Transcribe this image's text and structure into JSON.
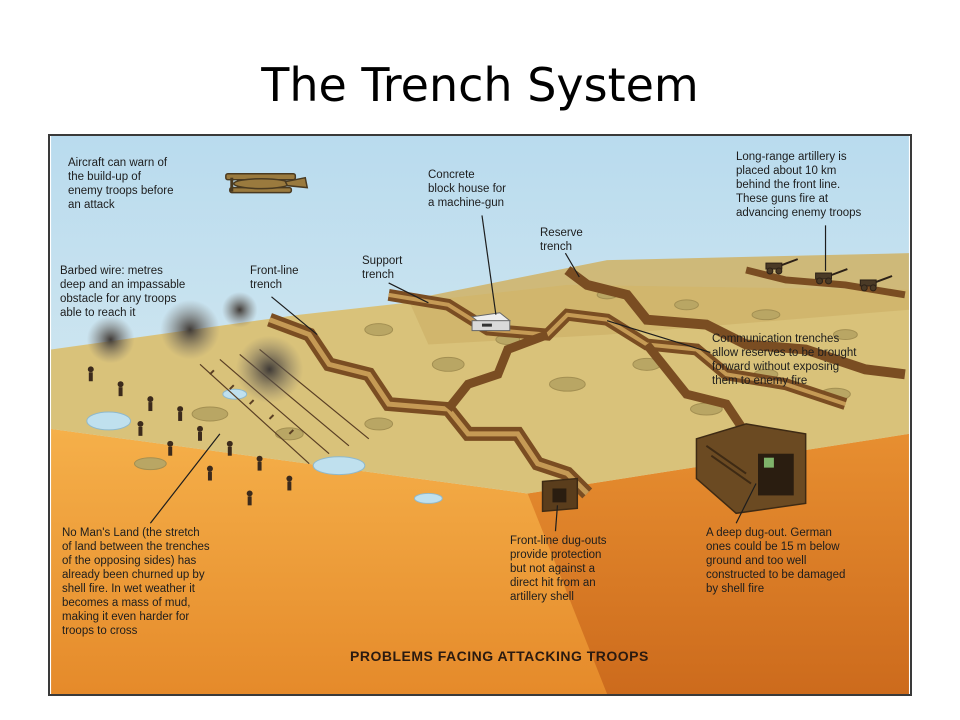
{
  "slide": {
    "title": "The Trench System"
  },
  "diagram": {
    "labels": {
      "aircraft": "Aircraft can warn of\nthe build-up of\nenemy troops before\nan attack",
      "barbed_wire": "Barbed wire: metres\ndeep and an impassable\nobstacle for any troops\nable to reach it",
      "front_line_trench": "Front-line\ntrench",
      "support_trench": "Support\ntrench",
      "block_house": "Concrete\nblock house for\na machine-gun",
      "reserve_trench": "Reserve\ntrench",
      "artillery": "Long-range artillery is\nplaced about 10 km\nbehind the front line.\nThese guns fire at\nadvancing enemy troops",
      "communication_trenches": "Communication trenches\nallow reserves to be brought\nforward without exposing\nthem to enemy fire",
      "no_mans_land": "No Man's Land (the stretch\nof land between the trenches\nof the opposing sides) has\nalready been churned up by\nshell fire. In wet weather it\nbecomes a mass of mud,\nmaking it even harder for\ntroops to cross",
      "front_line_dugouts": "Front-line dug-outs\nprovide protection\nbut not against a\ndirect hit from an\nartillery shell",
      "deep_dugout": "A deep dug-out. German\nones could be 15 m below\nground and too well\nconstructed to be damaged\nby shell fire"
    },
    "footer": "PROBLEMS FACING ATTACKING TROOPS",
    "colors": {
      "sky": "#cfe6f2",
      "ground_top": "#d9c27a",
      "earth_front": "#f0a23a",
      "earth_dark": "#d9781f",
      "trench_wood": "#8a5a2b",
      "crater": "#b8a567",
      "water": "#bfe0ee",
      "smoke": "#5a5550"
    },
    "icons": [
      "biplane-icon",
      "artillery-gun-icon",
      "soldier-icon",
      "blockhouse-icon"
    ]
  }
}
